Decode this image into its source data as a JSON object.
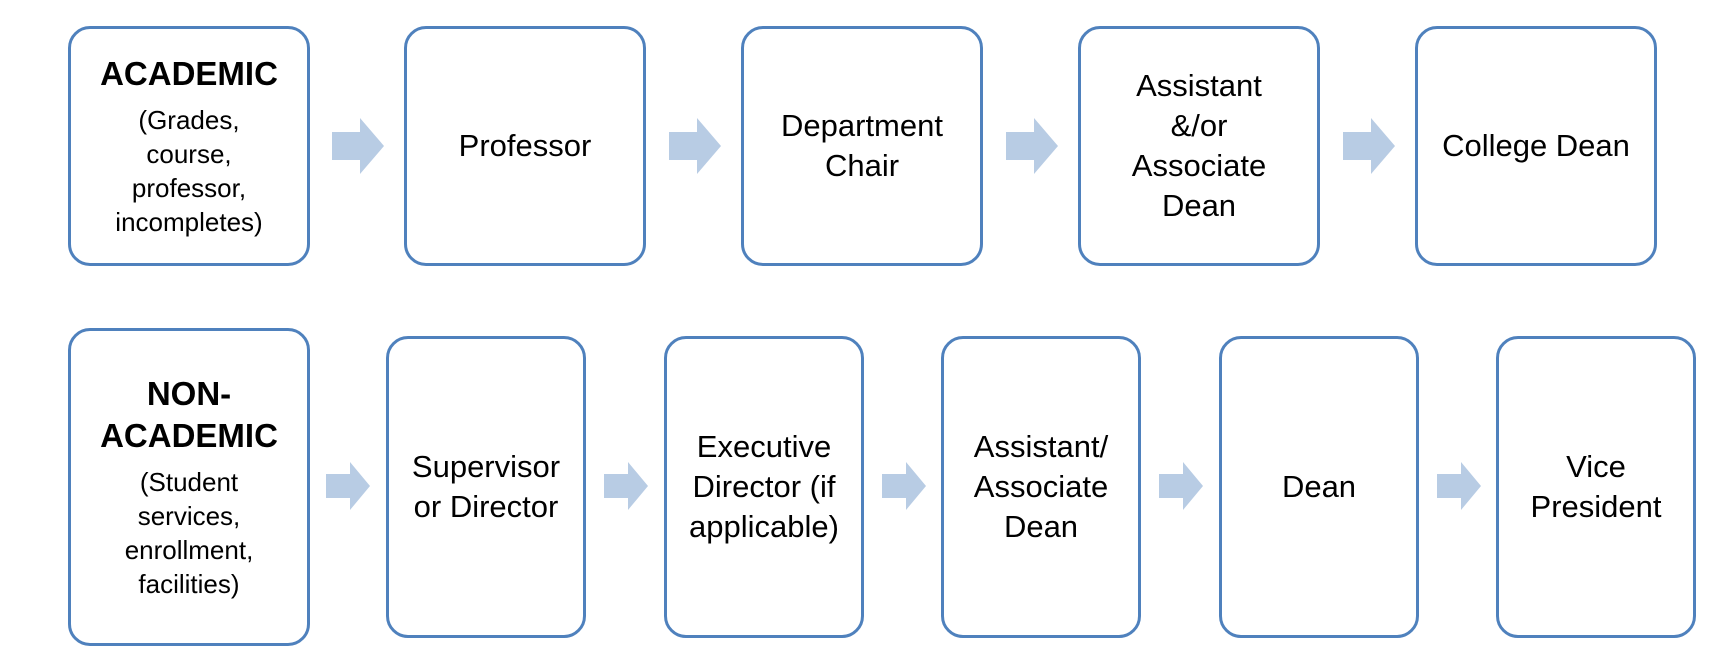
{
  "academic": {
    "title": "ACADEMIC",
    "subtitle": "(Grades, course, professor, incompletes)",
    "steps": [
      "Professor",
      "Department Chair",
      "Assistant &/or Associate Dean",
      "College Dean"
    ]
  },
  "nonacademic": {
    "title": "NON-ACADEMIC",
    "subtitle": "(Student services, enrollment, facilities)",
    "steps": [
      "Supervisor or Director",
      "Executive Director (if applicable)",
      "Assistant/ Associate Dean",
      "Dean",
      "Vice President"
    ]
  },
  "colors": {
    "box_border": "#4f81bd",
    "arrow_fill": "#b8cce4"
  },
  "icons": {
    "arrow": "right-arrow-icon"
  }
}
